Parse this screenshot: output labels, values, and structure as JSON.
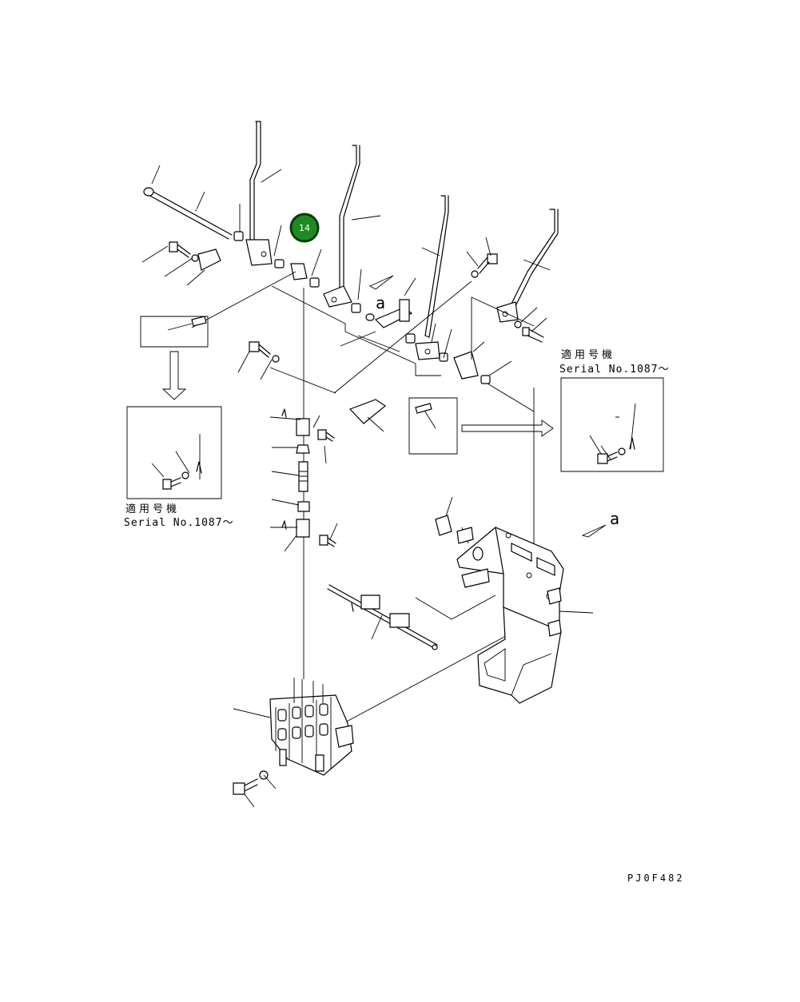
{
  "drawing": {
    "code": "PJ0F482",
    "applicability_label": "適用号機",
    "serial_label": "Serial No.1087～",
    "view_marker": "a"
  },
  "callouts": [
    {
      "id": "14",
      "label": "14",
      "color": "#1f8a1f"
    }
  ]
}
